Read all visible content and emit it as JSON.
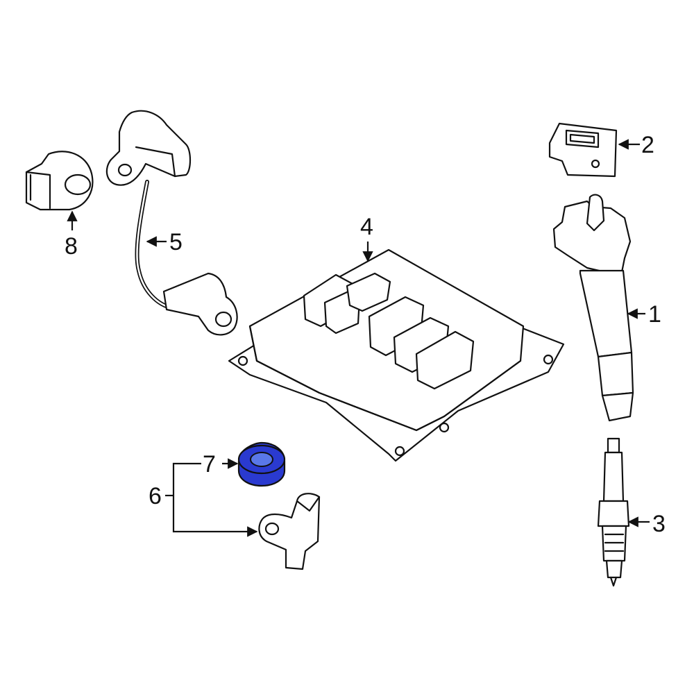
{
  "diagram": {
    "callouts": [
      {
        "id": "1",
        "label": "1"
      },
      {
        "id": "2",
        "label": "2"
      },
      {
        "id": "3",
        "label": "3"
      },
      {
        "id": "4",
        "label": "4"
      },
      {
        "id": "5",
        "label": "5"
      },
      {
        "id": "6",
        "label": "6"
      },
      {
        "id": "7",
        "label": "7"
      },
      {
        "id": "8",
        "label": "8"
      }
    ],
    "highlight_color": "#2a3ad0",
    "line_color": "#111111",
    "background": "#ffffff"
  }
}
